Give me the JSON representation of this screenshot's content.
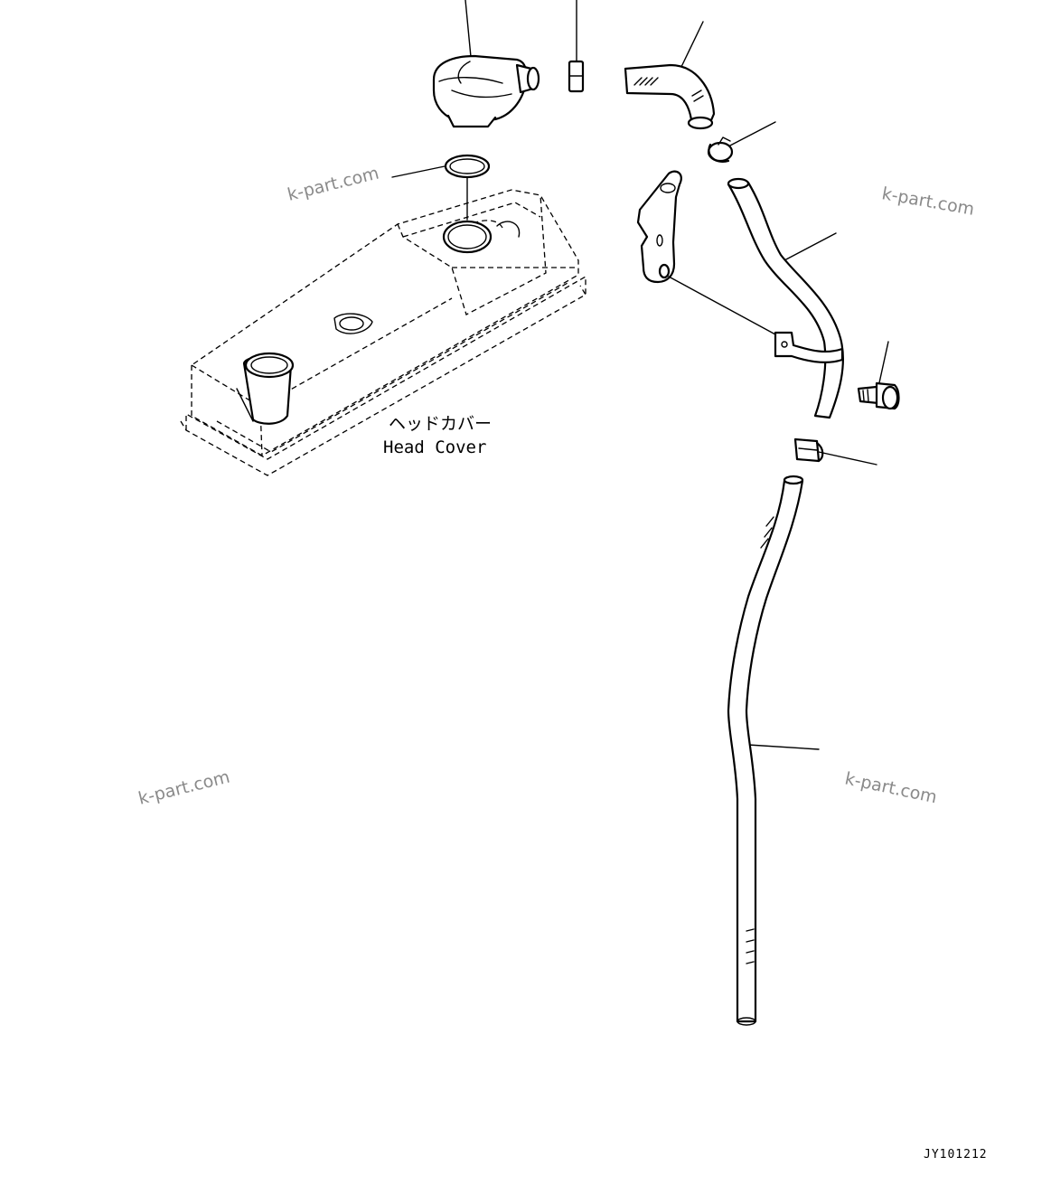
{
  "diagram": {
    "label_jp": "ヘッドカバー",
    "label_en": "Head Cover",
    "drawing_code": "JY101212",
    "watermarks": [
      "k-part.com",
      "k-part.com",
      "k-part.com",
      "k-part.com"
    ]
  }
}
